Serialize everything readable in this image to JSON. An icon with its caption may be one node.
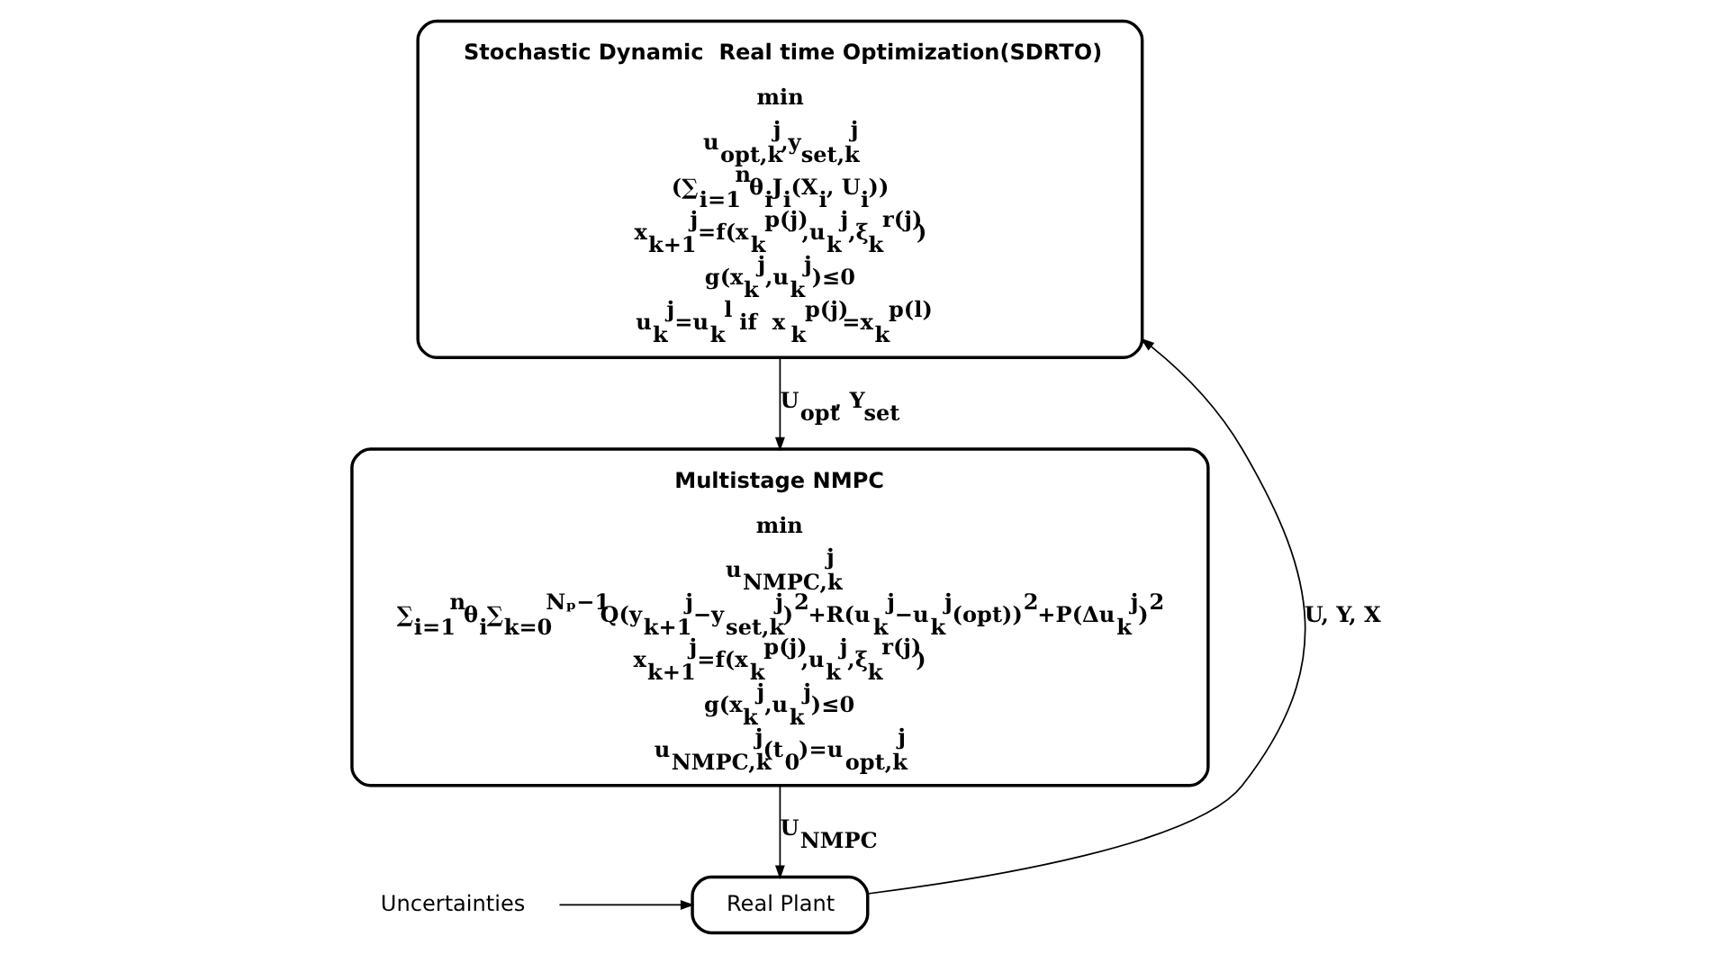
{
  "diagram": {
    "nodes": [
      {
        "text": [
          "Stochastic Dynamic  Real time Optimization(SDRTO)",
          "min",
          "u$_{opt,k}$$^{j}$,y$_{set,k}$$^{j}$",
          "(∑$_{i=1}$$^{n}$θ$_{i}$J$_{i}$(X$_{i}$, U$_{i}$))",
          "x$_{k+1}$$^{j}$=f(x$_{k}$$^{p(j)}$,u$_{k}$$^{j}$,ξ$_{k}$$^{r(j)}$)",
          "g(x$_{k}$$^{j}$,u$_{k}$$^{j}$)≤0",
          "u$_{k}$$^{j}$=u$_{k}$$^{l}$  if  x$_{k}$$^{p(j)}$=x$_{k}$$^{p(l)}$"
        ]
      },
      {
        "text": [
          "Multistage NMPC",
          "min",
          "u$_{NMPC,k}$$^{j}$",
          "∑$_{i=1}$$^{n}$θ$_{i}$∑$_{k=0}$$^{Nₚ−1}$Q(y$_{k+1}$$^{j}$−y$_{set,k}$$^{j}$)$^{2}$+R(u$_{k}$$^{j}$−u$_{k}$$^{j}$(opt))$^{2}$+P(Δu$_{k}$$^{j}$)$^{2}$",
          "x$_{k+1}$$^{j}$=f(x$_{k}$$^{p(j)}$,u$_{k}$$^{j}$,ξ$_{k}$$^{r(j)}$)",
          "g(x$_{k}$$^{j}$,u$_{k}$$^{j}$)≤0",
          "u$_{NMPC,k}$$^{j}$(t$_{0}$)=u$_{opt,k}$$^{j}$"
        ]
      },
      {
        "text": [
          "Uncertainties"
        ]
      },
      {
        "text": [
          "Real Plant"
        ]
      }
    ],
    "edges": [
      {
        "from": 0,
        "to": 1,
        "arrow": "to",
        "label": "U$_{opt}$, Y$_{set}$"
      },
      {
        "from": 1,
        "to": 3,
        "arrow": "to",
        "label": "U$_{NMPC}$"
      },
      {
        "from": 2,
        "to": 3,
        "arrow": "to"
      },
      {
        "from": 3,
        "to": 0,
        "arrow": "to",
        "label": "U, Y, X"
      }
    ]
  }
}
